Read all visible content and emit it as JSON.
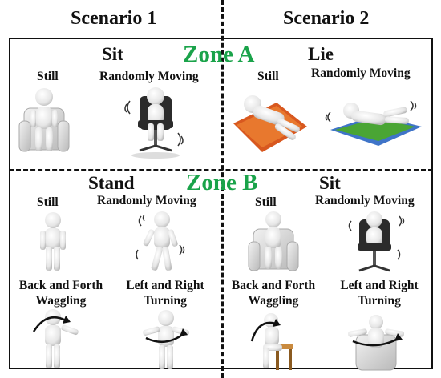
{
  "headers": {
    "scenario1": "Scenario 1",
    "scenario2": "Scenario 2"
  },
  "zones": {
    "a": "Zone A",
    "b": "Zone B"
  },
  "zone_a": {
    "s1_posture": "Sit",
    "s2_posture": "Lie",
    "s1_still": "Still",
    "s1_moving": "Randomly Moving",
    "s2_still": "Still",
    "s2_moving": "Randomly Moving"
  },
  "zone_b": {
    "s1_posture": "Stand",
    "s2_posture": "Sit",
    "s1_still": "Still",
    "s1_moving": "Randomly Moving",
    "s2_still": "Still",
    "s2_moving": "Randomly Moving",
    "s1_waggle_1": "Back and Forth",
    "s1_waggle_2": "Waggling",
    "s1_turn_1": "Left and Right",
    "s1_turn_2": "Turning",
    "s2_waggle_1": "Back and Forth",
    "s2_waggle_2": "Waggling",
    "s2_turn_1": "Left and Right",
    "s2_turn_2": "Turning"
  },
  "colors": {
    "zone_text": "#1aa34a",
    "rug_orange": "#d8581f",
    "rug_blue": "#3f74c8",
    "rug_green": "#4aa534"
  }
}
